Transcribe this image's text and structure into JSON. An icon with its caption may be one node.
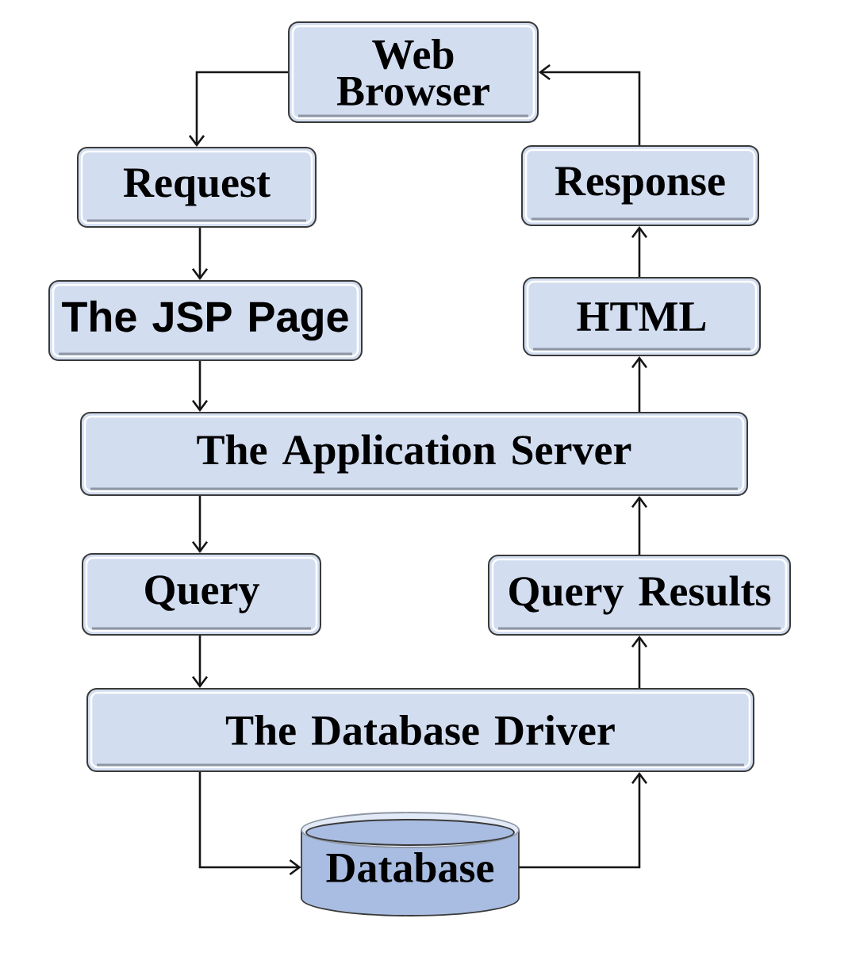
{
  "diagram": {
    "nodes": [
      {
        "text": [
          "Web Browser"
        ]
      },
      {
        "text": [
          "Request"
        ]
      },
      {
        "text": [
          "Response"
        ]
      },
      {
        "text": [
          "The JSP Page"
        ]
      },
      {
        "text": [
          "HTML"
        ]
      },
      {
        "text": [
          "The Application Server"
        ]
      },
      {
        "text": [
          "Query"
        ]
      },
      {
        "text": [
          "Query Results"
        ]
      },
      {
        "text": [
          "The Database Driver"
        ]
      },
      {
        "text": [
          "Database"
        ]
      }
    ],
    "edges": [
      {
        "from": 0,
        "to": 1,
        "arrow": "to"
      },
      {
        "from": 1,
        "to": 3,
        "arrow": "to"
      },
      {
        "from": 3,
        "to": 5,
        "arrow": "to"
      },
      {
        "from": 5,
        "to": 6,
        "arrow": "to"
      },
      {
        "from": 6,
        "to": 8,
        "arrow": "to"
      },
      {
        "from": 8,
        "to": 9,
        "arrow": "to"
      },
      {
        "from": 9,
        "to": 8,
        "arrow": "to"
      },
      {
        "from": 8,
        "to": 7,
        "arrow": "to"
      },
      {
        "from": 7,
        "to": 5,
        "arrow": "to"
      },
      {
        "from": 5,
        "to": 4,
        "arrow": "to"
      },
      {
        "from": 4,
        "to": 2,
        "arrow": "to"
      },
      {
        "from": 2,
        "to": 0,
        "arrow": "to"
      }
    ]
  }
}
